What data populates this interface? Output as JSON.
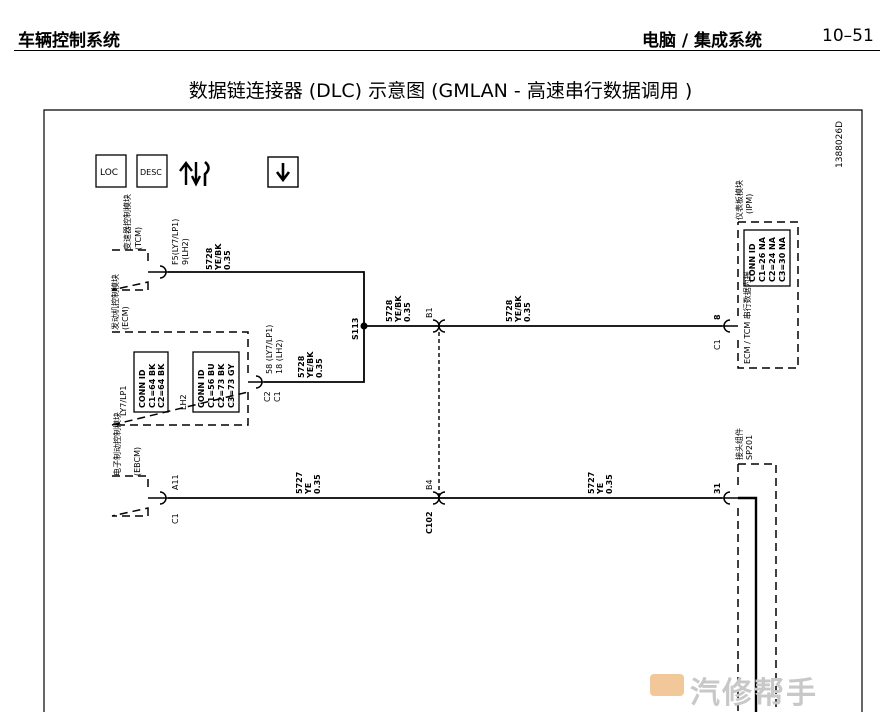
{
  "header": {
    "left": "车辆控制系统",
    "right": "电脑 / 集成系统",
    "page": "10–51"
  },
  "title": "数据链连接器 (DLC) 示意图 (GMLAN - 高速串行数据调用 )",
  "diagram_id": "1388026D",
  "icons": {
    "loc": "LOC",
    "desc": "DESC"
  },
  "tcm": {
    "name": "变速器控制模块",
    "abbr": "(TCM)",
    "pin": "F5(LY7/LP1)",
    "pin2": "9(LH2)"
  },
  "ecm": {
    "name": "发动机控制模块",
    "abbr": "(ECM)",
    "pin": "58 (LY7/LP1)",
    "pin2": "18 (LH2)",
    "conn": "C2",
    "conn2": "C1",
    "variant_a": "LY7/LP1",
    "variant_b": "LH2",
    "table_a": [
      "CONN ID",
      "C1=64 BK",
      "C2=64 BK"
    ],
    "table_b": [
      "CONN ID",
      "C1=56 BU",
      "C2=73 BK",
      "C3=73 GY"
    ]
  },
  "ebcm": {
    "name": "电子制动控制模块",
    "abbr": "(EBCM)",
    "pin": "A11",
    "conn": "C1"
  },
  "ipm": {
    "name": "仪表板模块",
    "abbr": "(IPM)",
    "pin": "8",
    "conn": "C1",
    "table": [
      "CONN ID",
      "C1=26 NA",
      "C2=24 NA",
      "C3=30 NA"
    ],
    "bus": "ECM / TCM 串行数据为摇"
  },
  "splice": {
    "name": "接头组件",
    "abbr": "SP201",
    "pin": "31"
  },
  "wires": {
    "w5728": [
      "5728",
      "YE/BK",
      "0.35"
    ],
    "w5727": [
      "5727",
      "YE",
      "0.35"
    ]
  },
  "labels": {
    "s113": "S113",
    "b1": "B1",
    "b4": "B4",
    "c102": "C102"
  },
  "watermark": "汽修帮手"
}
